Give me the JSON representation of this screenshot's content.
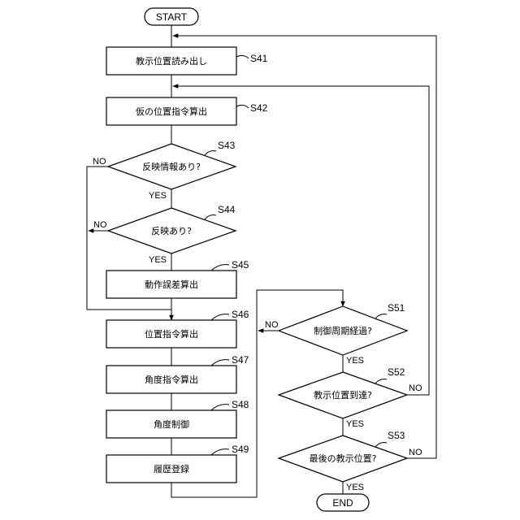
{
  "terminals": {
    "start": "START",
    "end": "END"
  },
  "steps": {
    "s41": {
      "id": "S41",
      "text": "教示位置読み出し"
    },
    "s42": {
      "id": "S42",
      "text": "仮の位置指令算出"
    },
    "s43": {
      "id": "S43",
      "text": "反映情報あり?"
    },
    "s44": {
      "id": "S44",
      "text": "反映あり?"
    },
    "s45": {
      "id": "S45",
      "text": "動作誤差算出"
    },
    "s46": {
      "id": "S46",
      "text": "位置指令算出"
    },
    "s47": {
      "id": "S47",
      "text": "角度指令算出"
    },
    "s48": {
      "id": "S48",
      "text": "角度制御"
    },
    "s49": {
      "id": "S49",
      "text": "履歴登録"
    },
    "s51": {
      "id": "S51",
      "text": "制御周期経過?"
    },
    "s52": {
      "id": "S52",
      "text": "教示位置到達?"
    },
    "s53": {
      "id": "S53",
      "text": "最後の教示位置?"
    }
  },
  "branches": {
    "yes": "YES",
    "no": "NO"
  }
}
